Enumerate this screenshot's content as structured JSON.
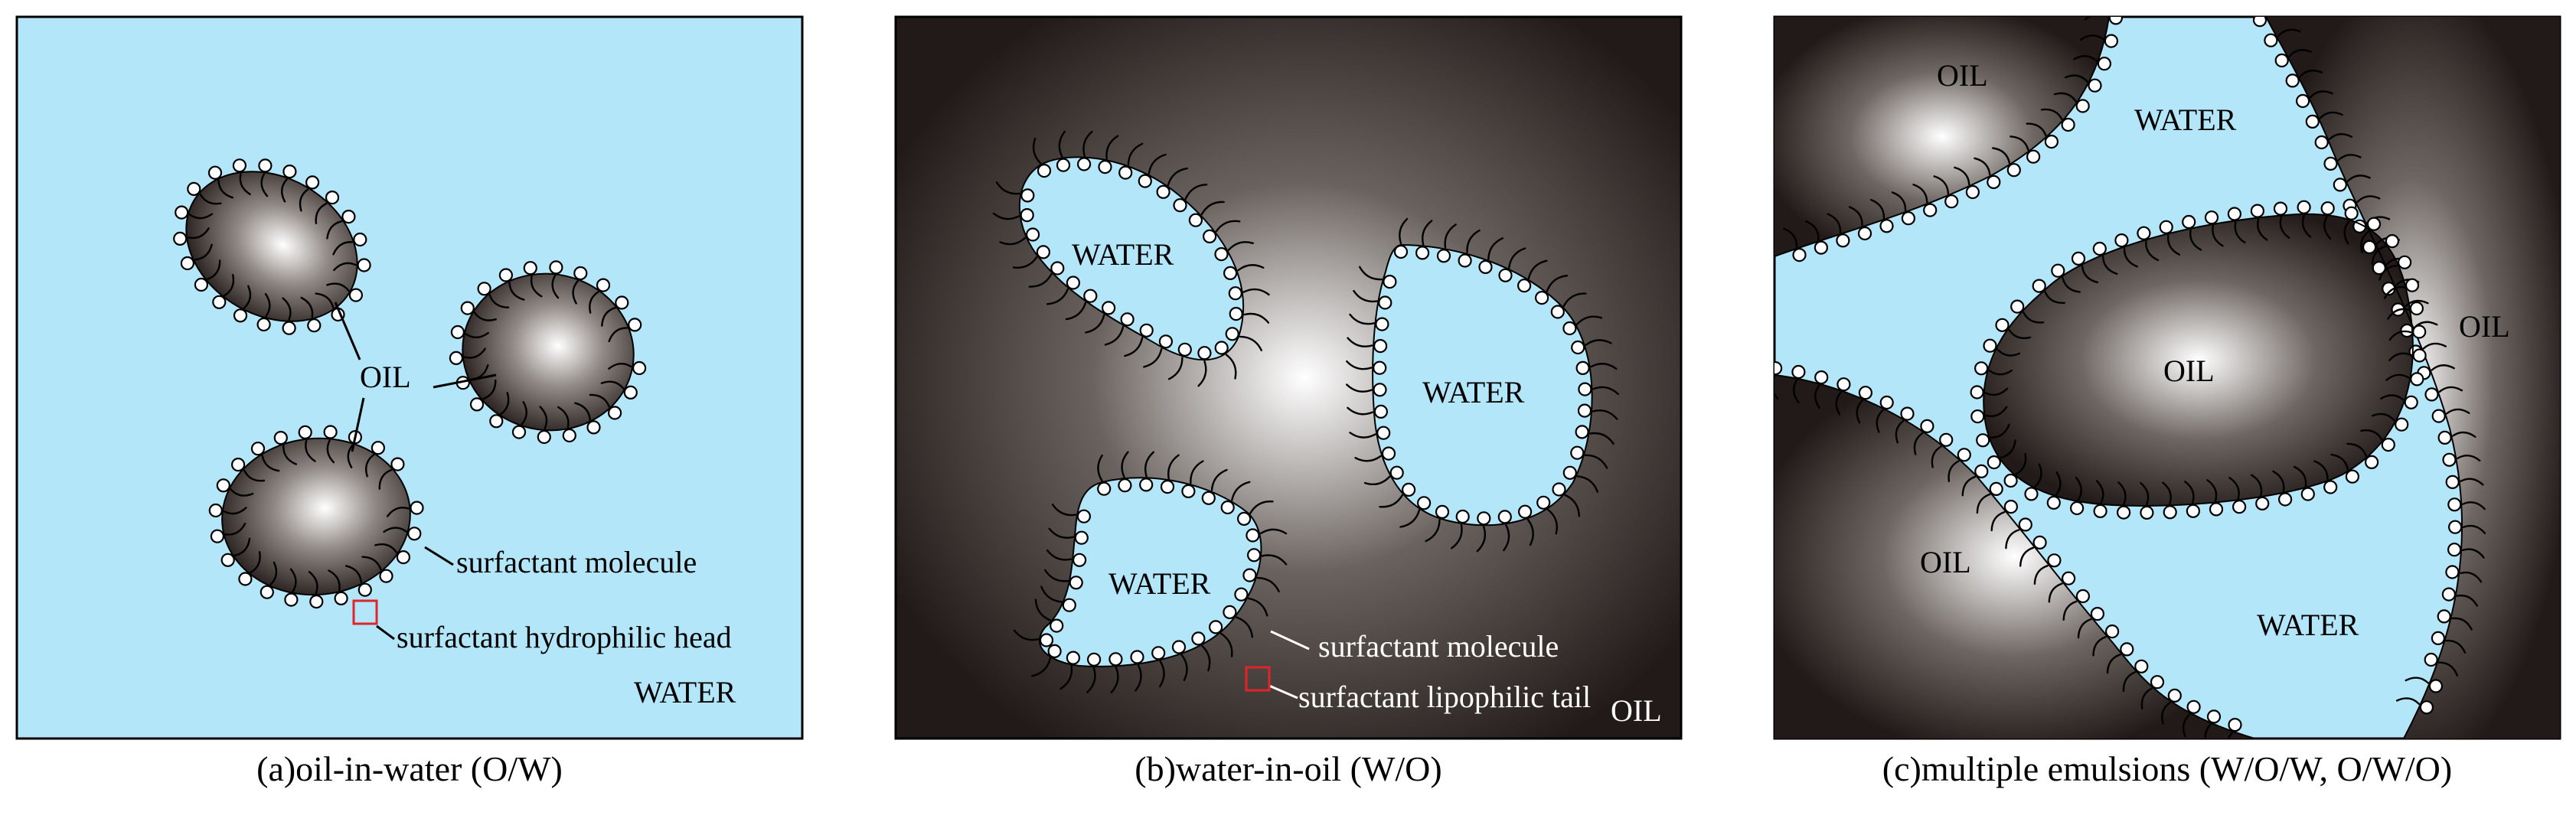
{
  "colors": {
    "water": "#b3e6f8",
    "oil_dark": "#221a18",
    "oil_light": "#ffffff",
    "marker": "#e0242a",
    "head_fill": "#ffffff",
    "line": "#000000"
  },
  "panel_a": {
    "oil_label": "OIL",
    "water_label": "WATER",
    "surfactant_molecule": "surfactant molecule",
    "hydrophilic_head": "surfactant hydrophilic head",
    "caption": "(a)oil-in-water (O/W)"
  },
  "panel_b": {
    "water_label_1": "WATER",
    "water_label_2": "WATER",
    "water_label_3": "WATER",
    "oil_label": "OIL",
    "surfactant_molecule": "surfactant molecule",
    "lipophilic_tail": "surfactant lipophilic tail",
    "caption": "(b)water-in-oil (W/O)"
  },
  "panel_c": {
    "oil_label_1": "OIL",
    "oil_label_2": "OIL",
    "oil_label_3": "OIL",
    "oil_label_4": "OIL",
    "water_label_1": "WATER",
    "water_label_2": "WATER",
    "caption": "(c)multiple emulsions (W/O/W, O/W/O)"
  }
}
